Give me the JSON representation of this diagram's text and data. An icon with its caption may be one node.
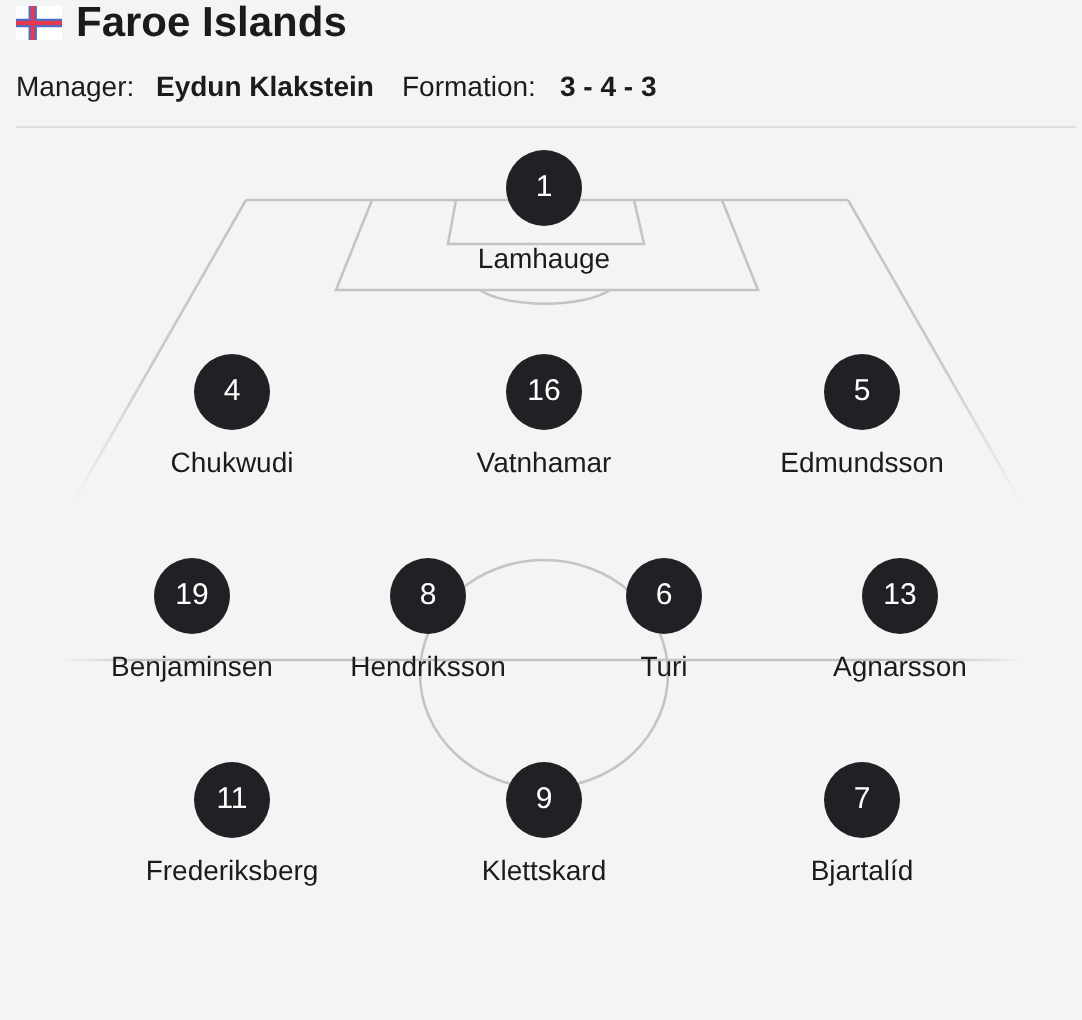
{
  "diagram": {
    "title": "Faroe Islands",
    "nodes": [
      {
        "text": [
          "1"
        ],
        "beside": [
          "Lamhauge"
        ]
      },
      {
        "text": [
          "4"
        ],
        "beside": [
          "Chukwudi"
        ]
      },
      {
        "text": [
          "16"
        ],
        "beside": [
          "Vatnhamar"
        ]
      },
      {
        "text": [
          "5"
        ],
        "beside": [
          "Edmundsson"
        ]
      },
      {
        "text": [
          "19"
        ],
        "beside": [
          "Benjaminsen"
        ]
      },
      {
        "text": [
          "8"
        ],
        "beside": [
          "Hendriksson"
        ]
      },
      {
        "text": [
          "6"
        ],
        "beside": [
          "Turi"
        ]
      },
      {
        "text": [
          "13"
        ],
        "beside": [
          "Agnarsson"
        ]
      },
      {
        "text": [
          "11"
        ],
        "beside": [
          "Frederiksberg"
        ]
      },
      {
        "text": [
          "9"
        ],
        "beside": [
          "Klettskard"
        ]
      },
      {
        "text": [
          "7"
        ],
        "beside": [
          "Bjartalíd"
        ]
      }
    ],
    "labels": [
      "Manager:",
      "Eydun Klakstein",
      "Formation:",
      "3 - 4 - 3"
    ]
  }
}
